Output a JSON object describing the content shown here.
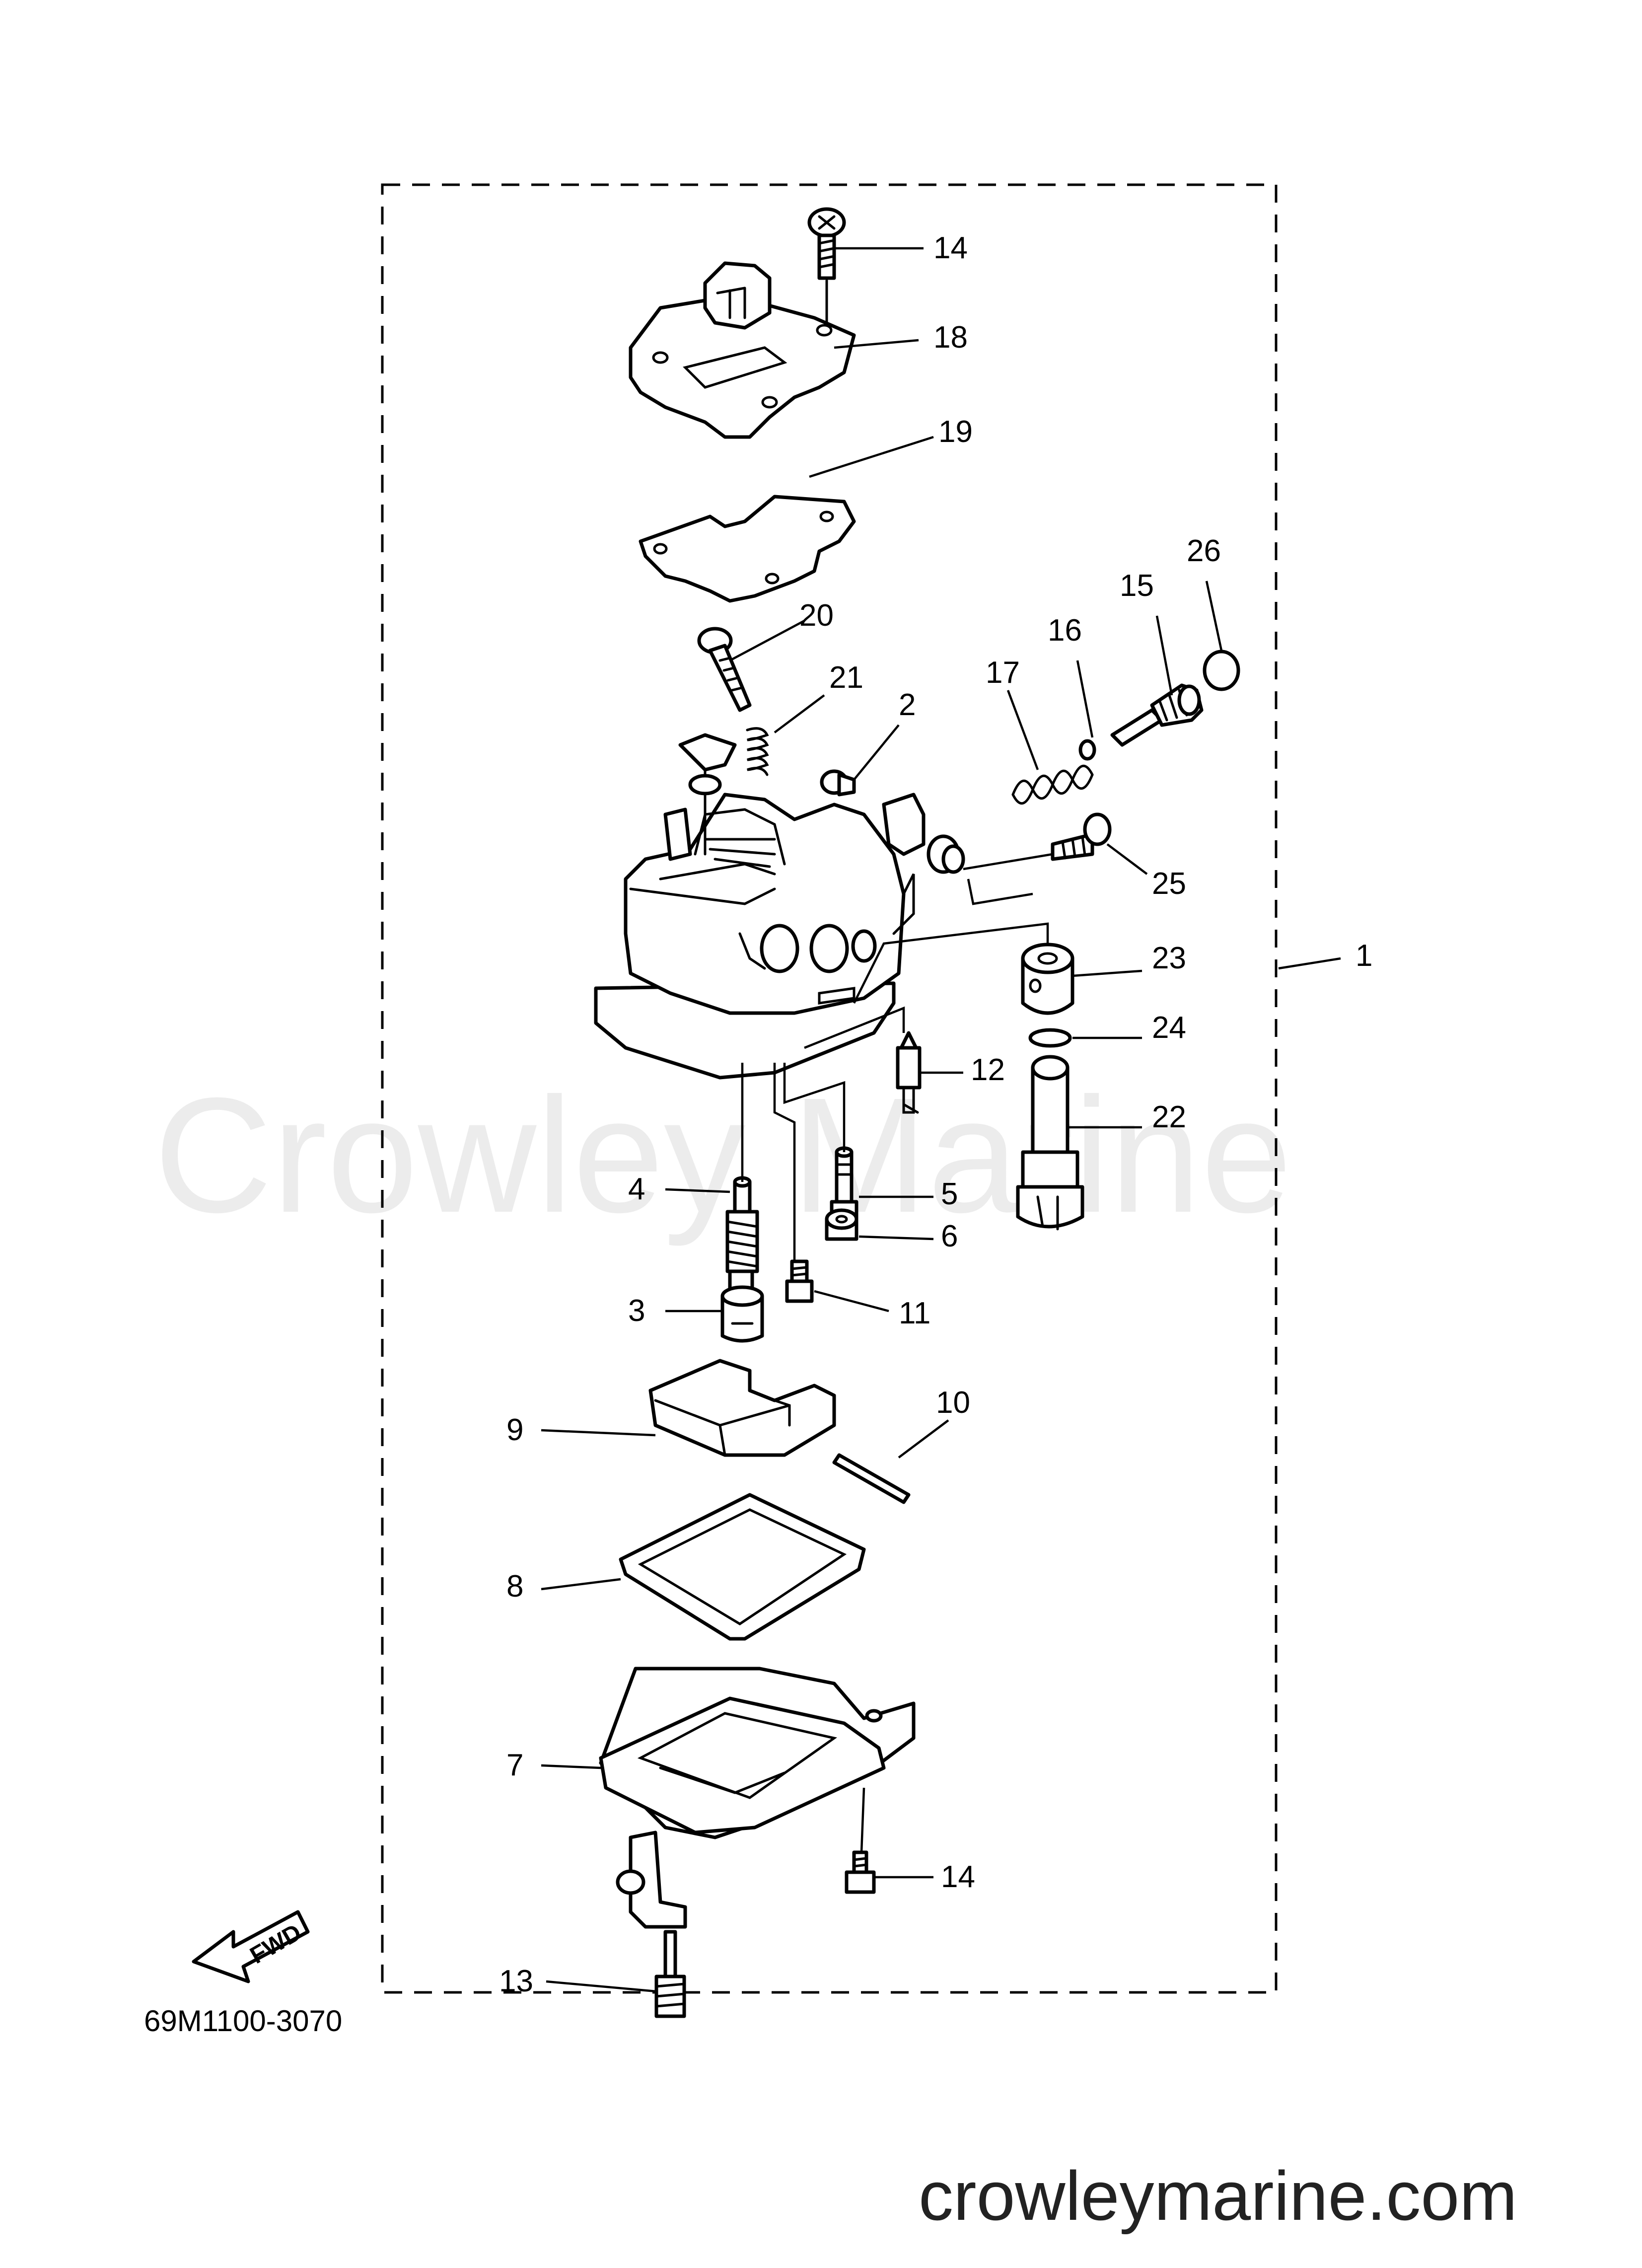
{
  "watermark": "Crowley Marine",
  "website": "crowleymarine.com",
  "diagram_code": "69M1100-3070",
  "fwd_label": "FWD",
  "labels": {
    "p1": "1",
    "p2": "2",
    "p3": "3",
    "p4": "4",
    "p5": "5",
    "p6": "6",
    "p7": "7",
    "p8": "8",
    "p9": "9",
    "p10": "10",
    "p11": "11",
    "p12": "12",
    "p13": "13",
    "p14a": "14",
    "p14b": "14",
    "p15": "15",
    "p16": "16",
    "p17": "17",
    "p18": "18",
    "p19": "19",
    "p20": "20",
    "p21": "21",
    "p22": "22",
    "p23": "23",
    "p24": "24",
    "p25": "25",
    "p26": "26"
  }
}
